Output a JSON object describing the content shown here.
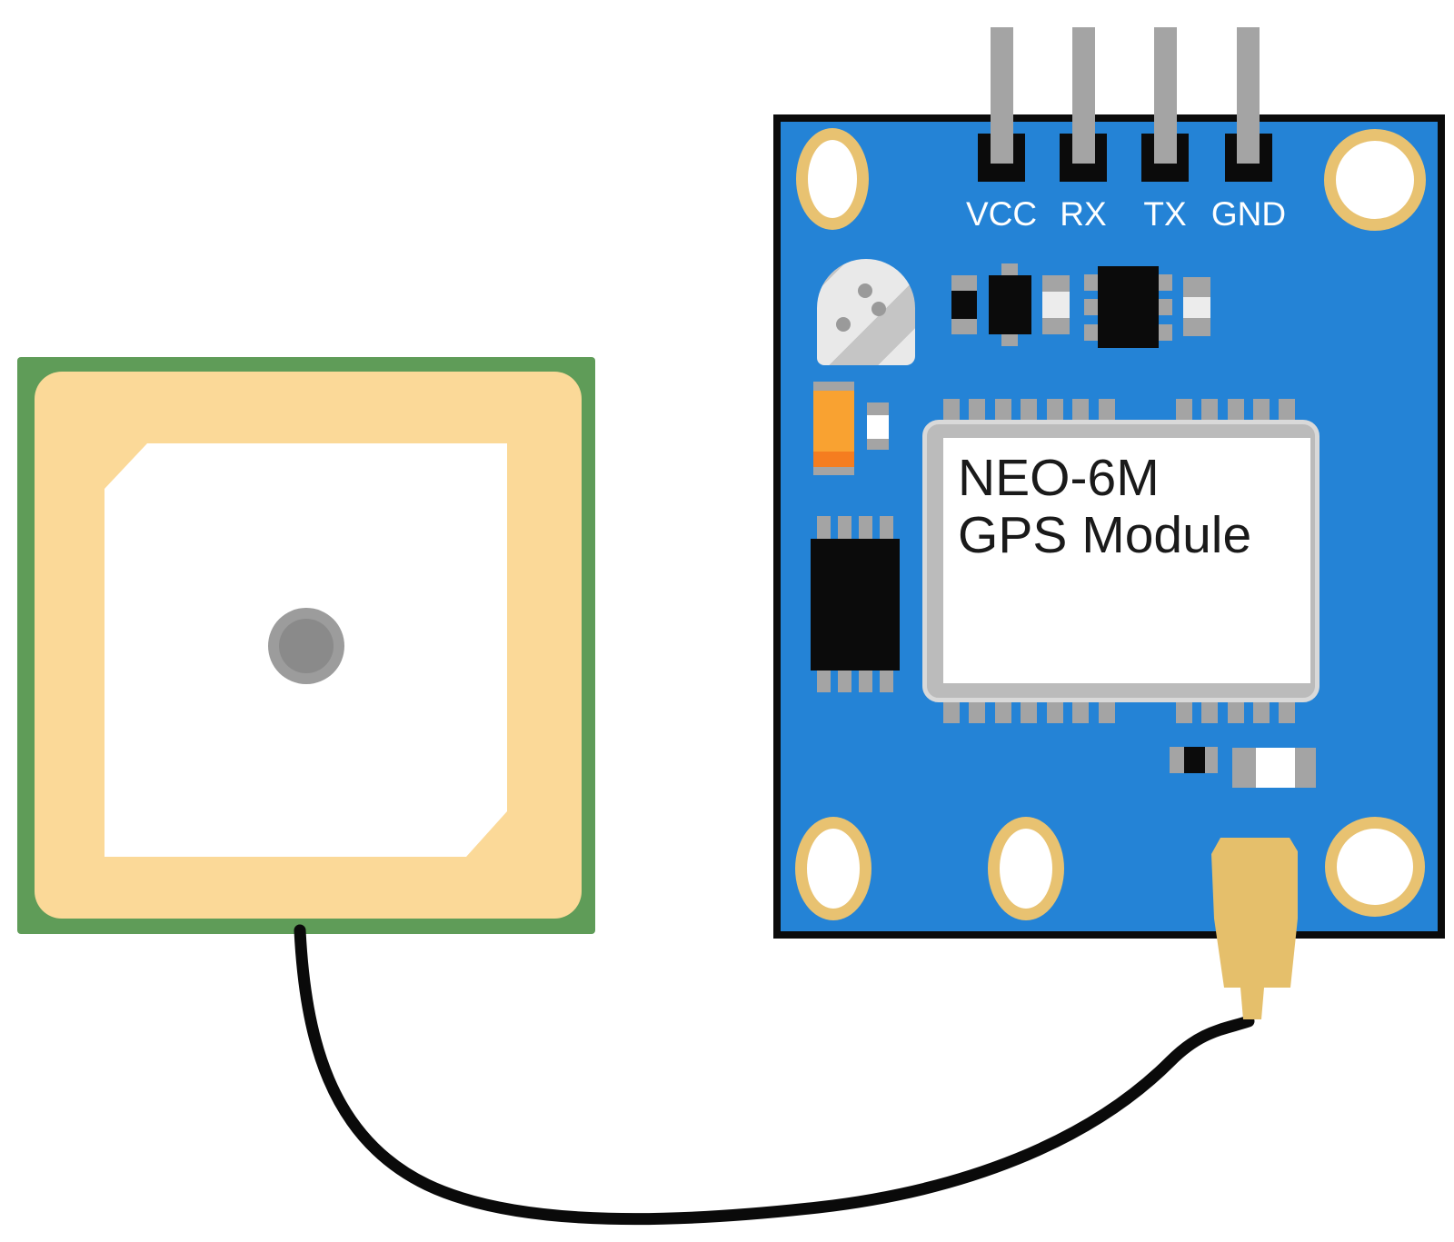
{
  "board": {
    "pin_labels": [
      "VCC",
      "RX",
      "TX",
      "GND"
    ],
    "chip": {
      "line1": "NEO-6M",
      "line2": "GPS Module"
    }
  },
  "colors": {
    "board-blue": "#2483D6",
    "board-border": "#0B0B0B",
    "pin-gray": "#A4A4A4",
    "pad-black": "#0B0B0B",
    "hole-gold": "#E8C271",
    "connector-gold": "#E5BF6B",
    "antenna-green": "#5F9C58",
    "antenna-cream": "#FBD998",
    "patch-white": "#FFFFFF",
    "feed-outer": "#9C9C9C",
    "feed-inner": "#8A8A8A",
    "battery-base": "#E9E9E9",
    "battery-stripe": "#C5C5C5",
    "battery-dot": "#9A9A9A",
    "smd-black": "#0B0B0B",
    "smd-light": "#ECECEC",
    "smd-white": "#FFFFFF",
    "cap-orange": "#F9A231",
    "cap-orange-dark": "#F57D1F",
    "chip-frame": "#BBBBBB",
    "chip-frame-edge": "#D9D9D9",
    "chip-white": "#FFFFFF",
    "label-white": "#FFFFFF",
    "text-black": "#1A1A1A",
    "cable-black": "#0A0A0A"
  }
}
